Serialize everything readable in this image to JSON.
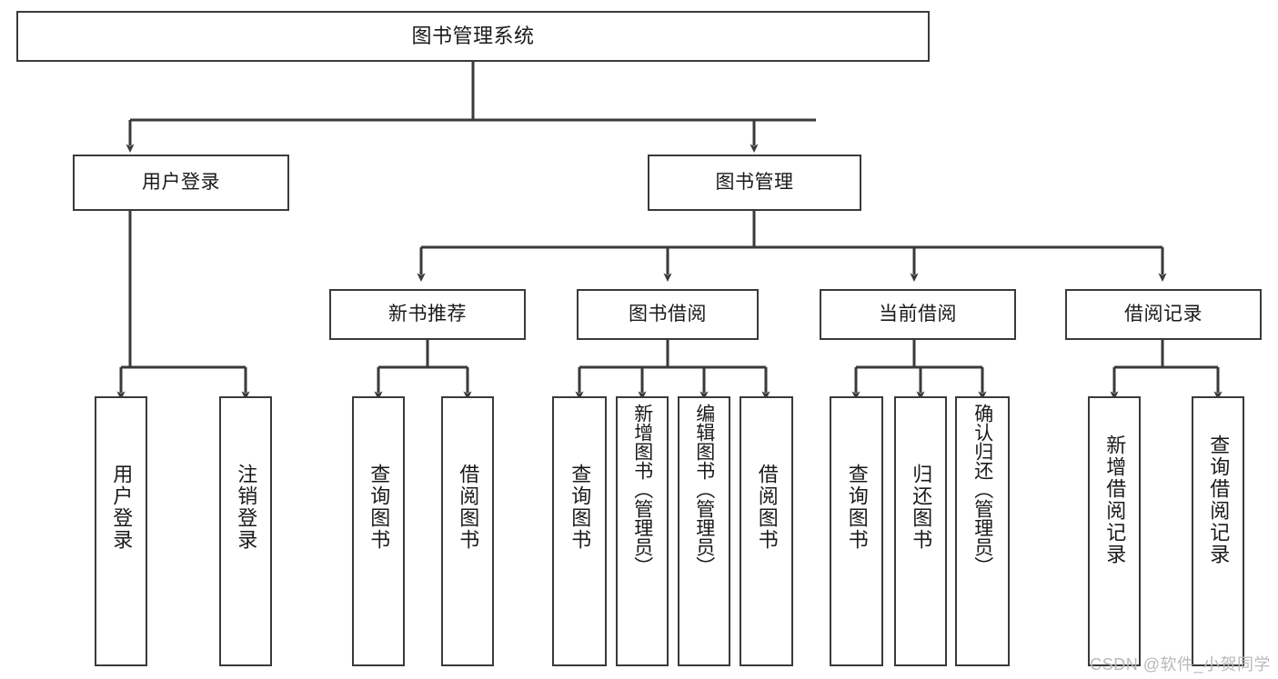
{
  "diagram": {
    "type": "tree-hierarchy-chart",
    "title": "图书管理系统",
    "colors": {
      "box_border": "#3a3a3a",
      "box_fill": "#ffffff",
      "connector": "#3a3a3a",
      "text": "#1a1a1a",
      "watermark": "#b9b9b9"
    },
    "watermark": "CSDN @软件_小贺同学",
    "levels": {
      "root": {
        "label": "图书管理系统"
      },
      "level2": [
        {
          "id": "user-login",
          "label": "用户登录"
        },
        {
          "id": "book-management",
          "label": "图书管理"
        }
      ],
      "level3": [
        {
          "id": "new-book-recommend",
          "label": "新书推荐",
          "parent": "book-management"
        },
        {
          "id": "book-borrow",
          "label": "图书借阅",
          "parent": "book-management"
        },
        {
          "id": "current-borrow",
          "label": "当前借阅",
          "parent": "book-management"
        },
        {
          "id": "borrow-record",
          "label": "借阅记录",
          "parent": "book-management"
        }
      ],
      "leaves": [
        {
          "id": "leaf-user-login",
          "label": "用户登录",
          "parent": "user-login"
        },
        {
          "id": "leaf-logout-login",
          "label": "注销登录",
          "parent": "user-login"
        },
        {
          "id": "leaf-query-book-1",
          "label": "查询图书",
          "parent": "new-book-recommend"
        },
        {
          "id": "leaf-borrow-book-1",
          "label": "借阅图书",
          "parent": "new-book-recommend"
        },
        {
          "id": "leaf-query-book-2",
          "label": "查询图书",
          "parent": "book-borrow"
        },
        {
          "id": "leaf-add-book",
          "label": "新增图书（管理员）",
          "parent": "book-borrow"
        },
        {
          "id": "leaf-edit-book",
          "label": "编辑图书（管理员）",
          "parent": "book-borrow"
        },
        {
          "id": "leaf-borrow-book-2",
          "label": "借阅图书",
          "parent": "book-borrow"
        },
        {
          "id": "leaf-query-book-3",
          "label": "查询图书",
          "parent": "current-borrow"
        },
        {
          "id": "leaf-return-book",
          "label": "归还图书",
          "parent": "current-borrow"
        },
        {
          "id": "leaf-confirm-return",
          "label": "确认归还（管理员）",
          "parent": "current-borrow"
        },
        {
          "id": "leaf-add-borrow-record",
          "label": "新增借阅记录",
          "parent": "borrow-record"
        },
        {
          "id": "leaf-query-borrow-record",
          "label": "查询借阅记录",
          "parent": "borrow-record"
        }
      ]
    }
  }
}
